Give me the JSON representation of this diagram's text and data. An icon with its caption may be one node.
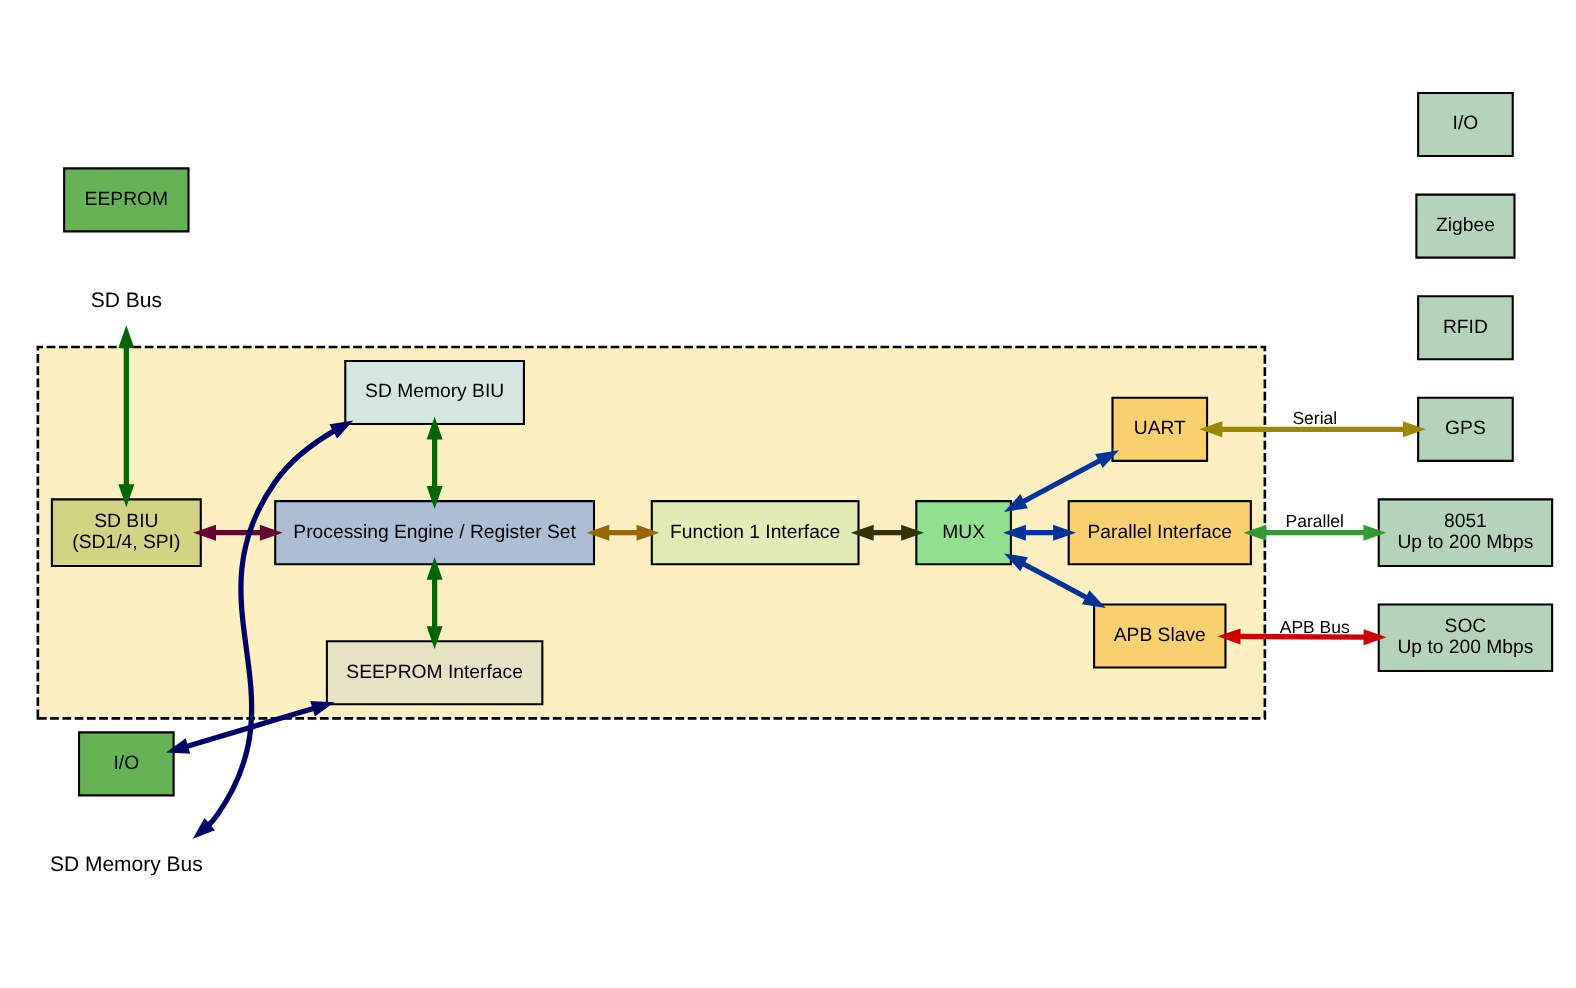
{
  "diagram": {
    "nodes": [
      {
        "text": [],
        "shape": "box"
      },
      {
        "text": [
          "SD Memory BIU"
        ],
        "in": 0
      },
      {
        "text": [
          "SD BIU",
          "(SD1/4, SPI)"
        ],
        "in": 0
      },
      {
        "text": [
          "Processing Engine / Register Set"
        ],
        "in": 0
      },
      {
        "text": [
          "Function 1 Interface"
        ],
        "in": 0
      },
      {
        "text": [
          "MUX"
        ],
        "in": 0
      },
      {
        "text": [
          "UART"
        ],
        "in": 0
      },
      {
        "text": [
          "Parallel Interface"
        ],
        "in": 0
      },
      {
        "text": [
          "APB Slave"
        ],
        "in": 0
      },
      {
        "text": [
          "SEEPROM Interface"
        ],
        "in": 0
      },
      {
        "text": [
          "SD Memory Bus"
        ]
      },
      {
        "text": [
          "SD Bus"
        ]
      },
      {
        "text": [
          "RFID"
        ]
      },
      {
        "text": [
          "GPS"
        ]
      },
      {
        "text": [
          "Zigbee"
        ]
      },
      {
        "text": [
          "I/O"
        ]
      },
      {
        "text": [
          "8051",
          "Up to 200 Mbps"
        ]
      },
      {
        "text": [
          "SOC",
          "Up to 200 Mbps"
        ]
      },
      {
        "text": [
          "I/O"
        ]
      },
      {
        "text": [
          "EEPROM"
        ]
      }
    ],
    "edges": [
      {
        "from": 10,
        "to": 1,
        "arrow": "both",
        "color": "#000066"
      },
      {
        "from": 11,
        "to": 2,
        "arrow": "both",
        "color": "#006600"
      },
      {
        "from": 2,
        "to": 3,
        "arrow": "both",
        "color": "#660033"
      },
      {
        "from": 1,
        "to": 3,
        "arrow": "both",
        "color": "#006600"
      },
      {
        "from": 3,
        "to": 9,
        "arrow": "both",
        "color": "#006600"
      },
      {
        "from": 9,
        "to": 18,
        "arrow": "both",
        "color": "#000066"
      },
      {
        "from": 3,
        "to": 4,
        "arrow": "both",
        "color": "#996600"
      },
      {
        "from": 4,
        "to": 5,
        "arrow": "both",
        "color": "#333300"
      },
      {
        "from": 5,
        "to": 6,
        "arrow": "both",
        "color": "#003399"
      },
      {
        "from": 5,
        "to": 7,
        "arrow": "both",
        "color": "#003399"
      },
      {
        "from": 5,
        "to": 8,
        "arrow": "both",
        "color": "#003399"
      },
      {
        "from": 6,
        "to": 13,
        "arrow": "both",
        "label": "Serial",
        "color": "#998800"
      },
      {
        "from": 7,
        "to": 16,
        "arrow": "both",
        "label": "Parallel",
        "color": "#339933"
      },
      {
        "from": 8,
        "to": 17,
        "arrow": "both",
        "label": "APB Bus",
        "color": "#cc0000"
      }
    ]
  }
}
